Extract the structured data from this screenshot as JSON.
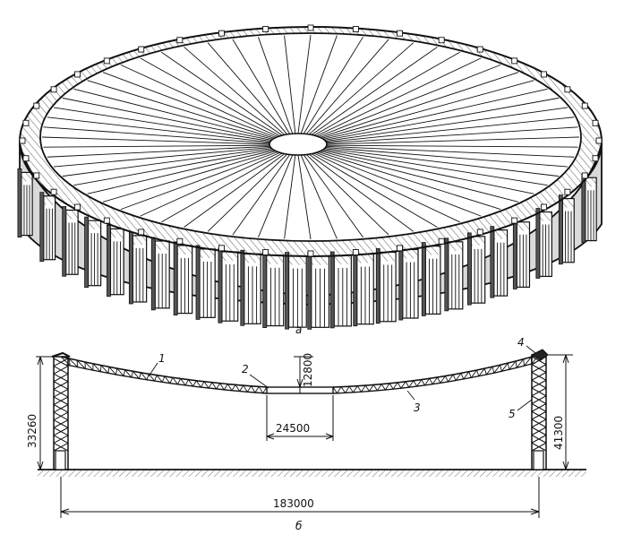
{
  "figure": {
    "part_a_label": "а",
    "part_b_label": "б"
  },
  "section": {
    "callouts": [
      "1",
      "2",
      "3",
      "4",
      "5"
    ],
    "dimensions": {
      "span": "183000",
      "center_ring": "24500",
      "sag": "12800",
      "left_height": "33260",
      "right_height": "41300"
    }
  },
  "colors": {
    "ink": "#111111",
    "paper": "#ffffff"
  }
}
